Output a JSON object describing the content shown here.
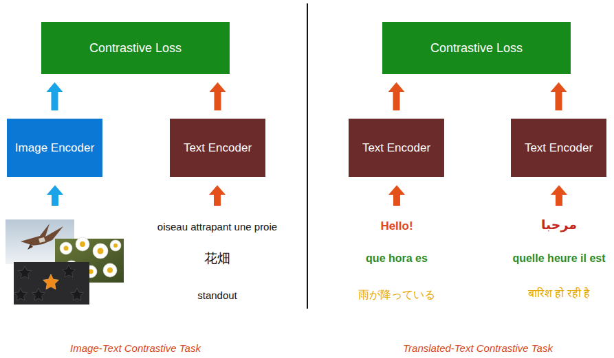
{
  "diagram": {
    "nodes": [
      {
        "text": [
          "Contrastive Loss"
        ]
      },
      {
        "text": [
          "Image Encoder"
        ]
      },
      {
        "text": [
          "Text Encoder"
        ]
      },
      {
        "text": [
          "Contrastive Loss"
        ]
      },
      {
        "text": [
          "Text Encoder"
        ]
      },
      {
        "text": [
          "Text Encoder"
        ]
      }
    ],
    "edges": [
      {
        "from": 1,
        "to": 0,
        "arrow": "to"
      },
      {
        "from": 2,
        "to": 0,
        "arrow": "to"
      },
      {
        "from": 4,
        "to": 3,
        "arrow": "to"
      },
      {
        "from": 5,
        "to": 3,
        "arrow": "to"
      }
    ],
    "labels": [
      "oiseau attrapant une proie",
      "花畑",
      "standout",
      "Hello!",
      "مرحبا",
      "que hora es",
      "quelle heure il est",
      "雨が降っている",
      "बारिश हो रही है",
      "Image-Text Contrastive Task",
      "Translated-Text Contrastive Task"
    ]
  }
}
